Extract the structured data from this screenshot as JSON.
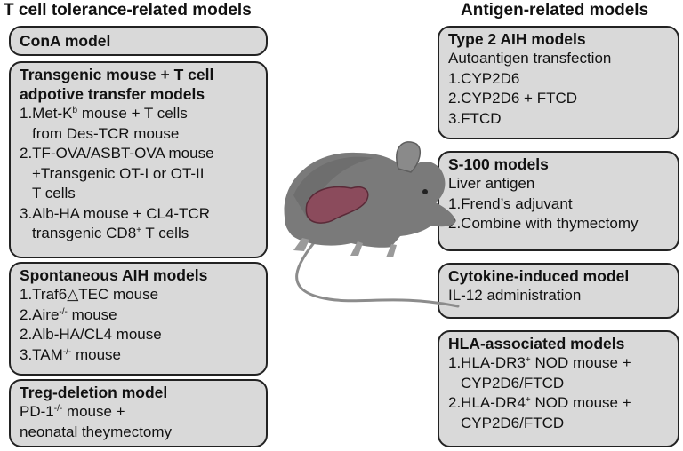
{
  "left_title": "T cell tolerance-related models",
  "right_title": "Antigen-related models",
  "conA": {
    "title": "ConA model"
  },
  "transgenic": {
    "title_1": "Transgenic mouse + T cell",
    "title_2": "adpotive transfer models",
    "item1_pre": "1.Met-K",
    "item1_sup": "b",
    "item1_post": " mouse + T cells",
    "item1_cont": "from Des-TCR mouse",
    "item2_a": "2.TF-OVA/ASBT-OVA mouse",
    "item2_b": "+Transgenic OT-I or OT-II",
    "item2_c": "T cells",
    "item3_a": "3.Alb-HA mouse + CL4-TCR",
    "item3_b_pre": "transgenic CD8",
    "item3_b_sup": "+",
    "item3_b_post": " T cells"
  },
  "spontaneous": {
    "title": "Spontaneous AIH models",
    "item1": "1.Traf6△TEC mouse",
    "item2_pre": "2.Aire",
    "item2_sup": "-/-",
    "item2_post": " mouse",
    "item3": "2.Alb-HA/CL4 mouse",
    "item4_pre": "3.TAM",
    "item4_sup": "-/-",
    "item4_post": " mouse"
  },
  "treg": {
    "title": "Treg-deletion model",
    "line1_pre": "PD-1",
    "line1_sup": "-/-",
    "line1_post": " mouse +",
    "line2": "neonatal theymectomy"
  },
  "type2": {
    "title": "Type 2 AIH models",
    "sub": "Autoantigen transfection",
    "item1": "1.CYP2D6",
    "item2": "2.CYP2D6 + FTCD",
    "item3": "3.FTCD"
  },
  "s100": {
    "title": "S-100 models",
    "sub": "Liver antigen",
    "item1": "1.Frend’s adjuvant",
    "item2": "2.Combine with thymectomy"
  },
  "cytokine": {
    "title": "Cytokine-induced model",
    "sub": "IL-12 administration"
  },
  "hla": {
    "title": "HLA-associated models",
    "item1_pre": "1.HLA-DR3",
    "item1_sup": "+",
    "item1_post": " NOD mouse +",
    "item1_cont": "CYP2D6/FTCD",
    "item2_pre": "2.HLA-DR4",
    "item2_sup": "+",
    "item2_post": " NOD mouse +",
    "item2_cont": "CYP2D6/FTCD"
  },
  "illustration": {
    "icon": "mouse-with-liver-icon",
    "body_color": "#7a7a7a",
    "liver_color": "#8b4b5c"
  }
}
